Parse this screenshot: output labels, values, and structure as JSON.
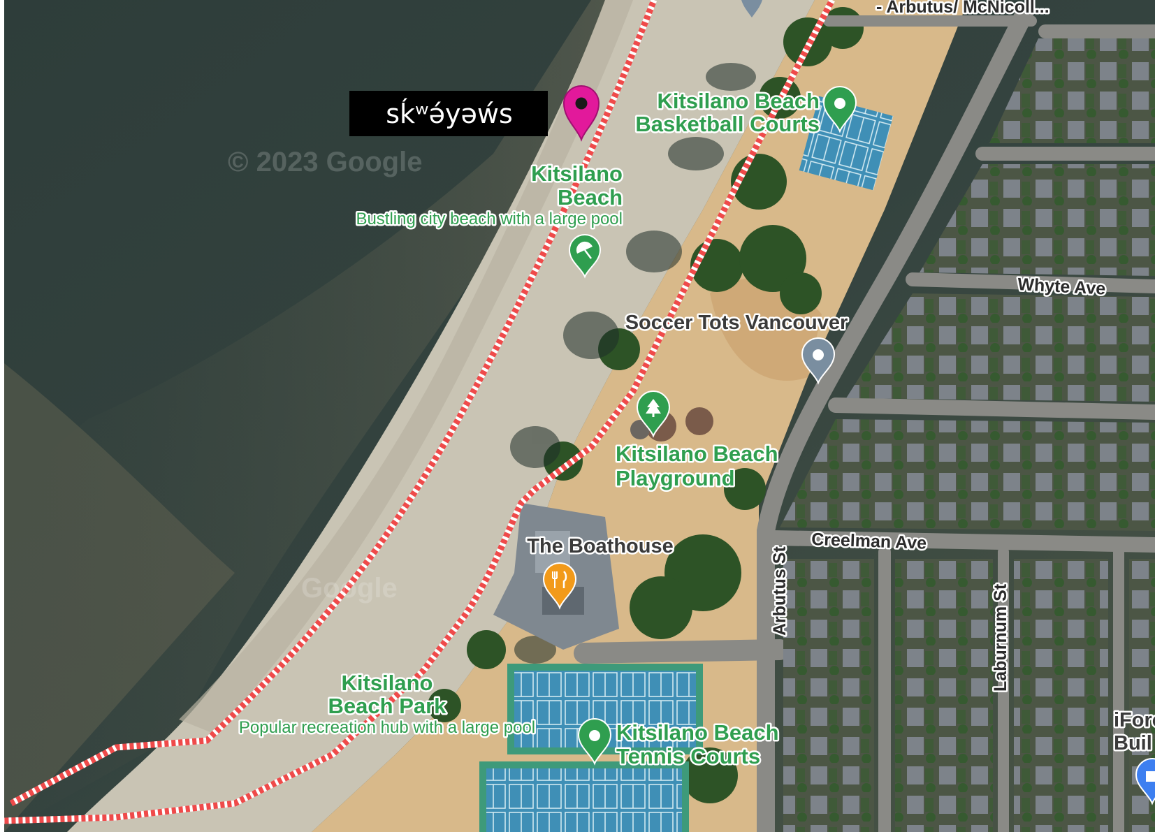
{
  "map": {
    "watermark": "© 2023 Google",
    "watermark_2": "Google",
    "custom_label": "sḱʷə́yəẃs",
    "colors": {
      "custom_pin": "#e2199b",
      "park_pin": "#2f9e4f",
      "restaurant_pin": "#f29a1a",
      "generic_pin": "#7a8ea0",
      "shopping_pin": "#3d7ff0",
      "boundary": "#ef4a4a"
    },
    "pois": {
      "beach": {
        "title_1": "Kitsilano",
        "title_2": "Beach",
        "subtitle": "Bustling city beach with a large pool",
        "icon": "beach-umbrella-icon"
      },
      "basketball": {
        "title_1": "Kitsilano Beach",
        "title_2": "Basketball Courts",
        "icon": "dot-pin-icon"
      },
      "soccer": {
        "title": "Soccer Tots Vancouver",
        "icon": "dot-pin-icon"
      },
      "playground": {
        "title_1": "Kitsilano Beach",
        "title_2": "Playground",
        "icon": "tree-icon"
      },
      "boathouse": {
        "title": "The Boathouse",
        "icon": "fork-knife-icon"
      },
      "park": {
        "title_1": "Kitsilano",
        "title_2": "Beach Park",
        "subtitle": "Popular recreation hub with a large pool"
      },
      "tennis": {
        "title_1": "Kitsilano Beach",
        "title_2": "Tennis Courts",
        "icon": "dot-pin-icon"
      },
      "iforce": {
        "title_1": "iForc",
        "title_2": "Buil",
        "icon": "shopping-bag-icon"
      }
    },
    "streets": {
      "top": "- Arbutus/ McNicoll...",
      "whyte": "Whyte Ave",
      "creelman": "Creelman Ave",
      "arbutus": "Arbutus St",
      "laburnum": "Laburnum St"
    }
  }
}
